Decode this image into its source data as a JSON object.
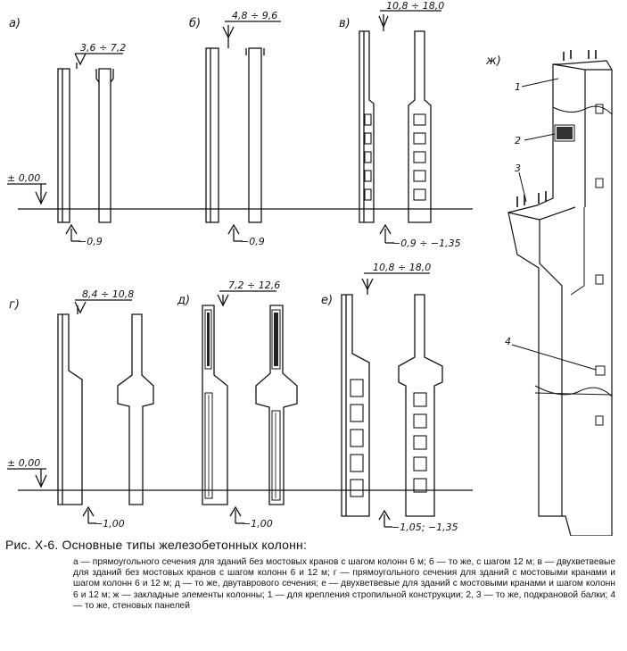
{
  "figure": {
    "panel_labels": {
      "a": "а)",
      "b": "б)",
      "v": "в)",
      "g": "г)",
      "d": "д)",
      "e": "е)",
      "zh": "ж)"
    },
    "dimensions": {
      "a_top": "3,6 ÷ 7,2",
      "b_top": "4,8 ÷ 9,6",
      "v_top": "10,8 ÷ 18,0",
      "g_top": "8,4 ÷ 10,8",
      "d_top": "7,2 ÷ 12,6",
      "e_top": "10,8 ÷ 18,0",
      "a_bottom": "−0,9",
      "b_bottom": "−0,9",
      "v_bottom": "−0,9 ÷ −1,35",
      "g_bottom": "−1,00",
      "d_bottom": "−1,00",
      "e_bottom": "−1,05; −1,35",
      "zero_level_top": "± 0,00",
      "zero_level_bottom": "± 0,00"
    },
    "callouts": [
      "1",
      "2",
      "3",
      "4"
    ]
  },
  "caption": {
    "title": "Рис. Х-6. Основные типы железобетонных колонн:",
    "body": "а — прямоугольного сечения для зданий без мостовых кранов с шагом колонн 6 м; б — то же, с шагом 12 м; в — двухветвевые для зданий без мостовых кранов с шагом колонн 6 и 12 м; г — прямоугольного сечения для зданий с мостовыми кранами и шагом колонн 6 и 12 м; д — то же, двутаврового сечения; е — двухветвевые для зданий с мостовыми кранами и шагом колонн 6 и 12 м; ж — закладные элементы колонны; 1 — для крепления стропильной конструкции; 2, 3 — то же, подкрановой балки; 4 — то же, стеновых панелей"
  }
}
